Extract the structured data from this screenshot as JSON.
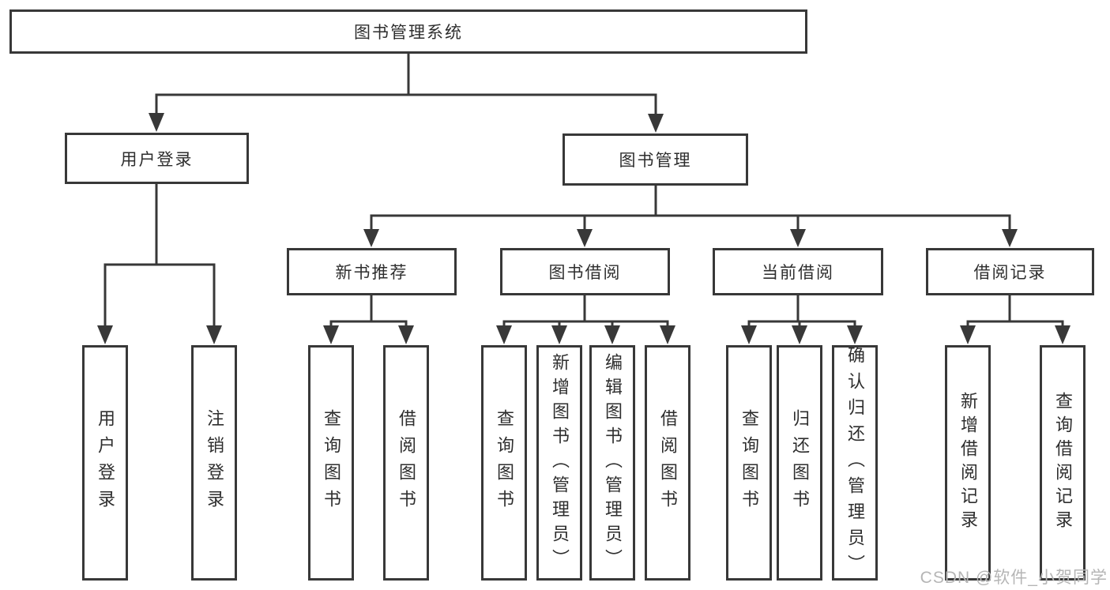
{
  "diagram": {
    "root": "图书管理系统",
    "user_branch": {
      "label": "用户登录",
      "children": [
        "用户登录",
        "注销登录"
      ]
    },
    "mgmt": {
      "label": "图书管理",
      "groups": [
        {
          "label": "新书推荐",
          "children": [
            "查询图书",
            "借阅图书"
          ]
        },
        {
          "label": "图书借阅",
          "children": [
            "查询图书",
            "新增图书（管理员）",
            "编辑图书（管理员）",
            "借阅图书"
          ]
        },
        {
          "label": "当前借阅",
          "children": [
            "查询图书",
            "归还图书",
            "确认归还（管理员）"
          ]
        },
        {
          "label": "借阅记录",
          "children": [
            "新增借阅记录",
            "查询借阅记录"
          ]
        }
      ]
    },
    "watermark": "CSDN @软件_小贺同学",
    "colors": {
      "line": "#383838",
      "text": "#2e2e2e",
      "box_background": "#ffffff",
      "watermark": "#b5b5b5",
      "background": "#ffffff"
    }
  }
}
